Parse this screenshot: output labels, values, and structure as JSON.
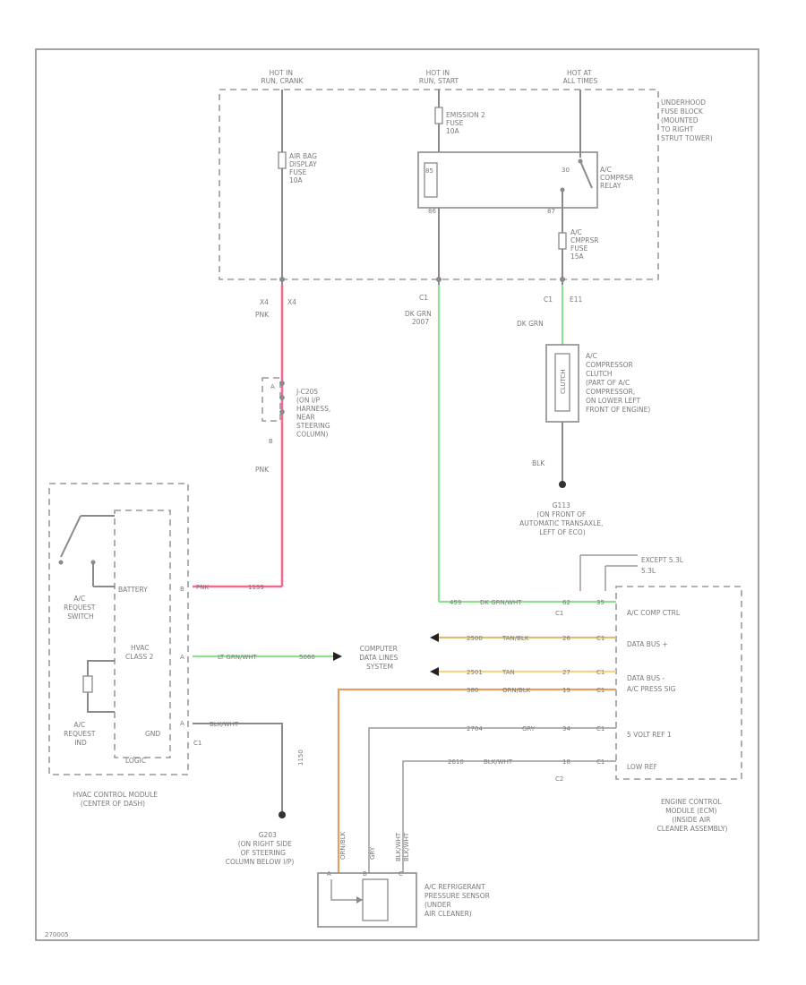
{
  "colors": {
    "line": "#8a8a8a",
    "text": "#7a7a7a",
    "wire_pink": "#f06b8c",
    "wire_green": "#8fe08f",
    "wire_tan": "#d9c07a",
    "wire_orange": "#e0a060",
    "wire_yellow": "#f2d48a"
  },
  "fuse_block": {
    "hot1": [
      "HOT IN",
      "RUN, CRANK"
    ],
    "hot2": [
      "HOT IN",
      "RUN, START"
    ],
    "hot3": [
      "HOT AT",
      "ALL TIMES"
    ],
    "title": [
      "UNDERHOOD",
      "FUSE BLOCK",
      "(MOUNTED",
      "TO RIGHT",
      "STRUT TOWER)"
    ],
    "fuse_airbag": [
      "AIR BAG",
      "DISPLAY",
      "FUSE",
      "10A"
    ],
    "fuse_emission": [
      "EMISSION 2",
      "FUSE",
      "10A"
    ],
    "relay": [
      "A/C",
      "COMPRSR",
      "RELAY"
    ],
    "fuse_comprsr": [
      "A/C",
      "CMPRSR",
      "FUSE",
      "15A"
    ],
    "pin_85": "85",
    "pin_86": "86",
    "pin_87": "87",
    "pin_30": "30",
    "pin_x4_left": "X4",
    "pin_x4_right": "X4",
    "pin_c1": "C1",
    "pin_c1b": "C1",
    "pin_e11": "E11"
  },
  "wires": {
    "pnk": "PNK",
    "pnk2": "PNK",
    "dk_grn": [
      "DK GRN",
      "2007"
    ],
    "dk_grn2": "DK GRN",
    "blk": "BLK",
    "sp_pin_a": "A",
    "sp_pin_b": "B"
  },
  "splice": [
    "J-C205",
    "(ON I/P",
    "HARNESS,",
    "NEAR",
    "STEERING",
    "COLUMN)"
  ],
  "clutch": {
    "label": [
      "A/C",
      "COMPRESSOR",
      "CLUTCH",
      "(PART OF A/C",
      "COMPRESSOR,",
      "ON LOWER LEFT",
      "FRONT OF ENGINE)"
    ],
    "coil": "CLUTCH"
  },
  "ground_g113": [
    "G113",
    "(ON FRONT OF",
    "AUTOMATIC TRANSAXLE,",
    "LEFT OF ECO)"
  ],
  "variant": [
    "EXCEPT 5.3L",
    "5.3L"
  ],
  "ecm": {
    "title": [
      "ENGINE CONTROL",
      "MODULE (ECM)",
      "(INSIDE AIR",
      "CLEANER ASSEMBLY)"
    ],
    "pins": [
      "A/C COMP CTRL",
      "DATA BUS +",
      "DATA BUS -",
      "A/C PRESS SIG",
      "5 VOLT REF 1",
      "LOW REF"
    ],
    "wires": [
      {
        "circuit": "459",
        "color": "DK GRN/WHT",
        "pin": "62",
        "pin2": "35"
      },
      {
        "circuit": "2500",
        "color": "TAN/BLK",
        "pin": "26",
        "pin2": "C1"
      },
      {
        "circuit": "2501",
        "color": "TAN",
        "pin": "27",
        "pin2": "C1"
      },
      {
        "circuit": "380",
        "color": "ORN/BLK",
        "pin": "19",
        "pin2": "C1"
      },
      {
        "circuit": "2704",
        "color": "GRY",
        "pin": "34",
        "pin2": "C1"
      },
      {
        "circuit": "2610",
        "color": "BLK/WHT",
        "pin": "18",
        "pin2": "C1"
      }
    ],
    "conn_labels": [
      "C1",
      "C2"
    ]
  },
  "data_link": [
    "COMPUTER",
    "DATA LINES",
    "SYSTEM"
  ],
  "hvac": {
    "title": [
      "HVAC CONTROL MODULE",
      "(CENTER OF DASH)"
    ],
    "switch": [
      "A/C",
      "REQUEST",
      "SWITCH"
    ],
    "led": [
      "A/C",
      "REQUEST",
      "IND"
    ],
    "logic": "LOGIC",
    "battery": "BATTERY",
    "class2": [
      "HVAC",
      "CLASS 2"
    ],
    "gnd": "GND",
    "pins": [
      "B",
      "A",
      "A",
      "C1"
    ],
    "wires": [
      "PNK",
      "1139",
      "LT GRN/WHT",
      "5060",
      "BLK/WHT",
      "1150"
    ]
  },
  "ground_g203": [
    "G203",
    "(ON RIGHT SIDE",
    "OF STEERING",
    "COLUMN BELOW I/P)"
  ],
  "sensor": {
    "label": [
      "A/C REFRIGERANT",
      "PRESSURE SENSOR",
      "(UNDER",
      "AIR CLEANER)"
    ],
    "wires": [
      "ORN/BLK",
      "GRY",
      "BLK/WHT",
      "BLK/WHT"
    ],
    "pins": [
      "A",
      "B",
      "C"
    ]
  },
  "footer_code": "270005"
}
